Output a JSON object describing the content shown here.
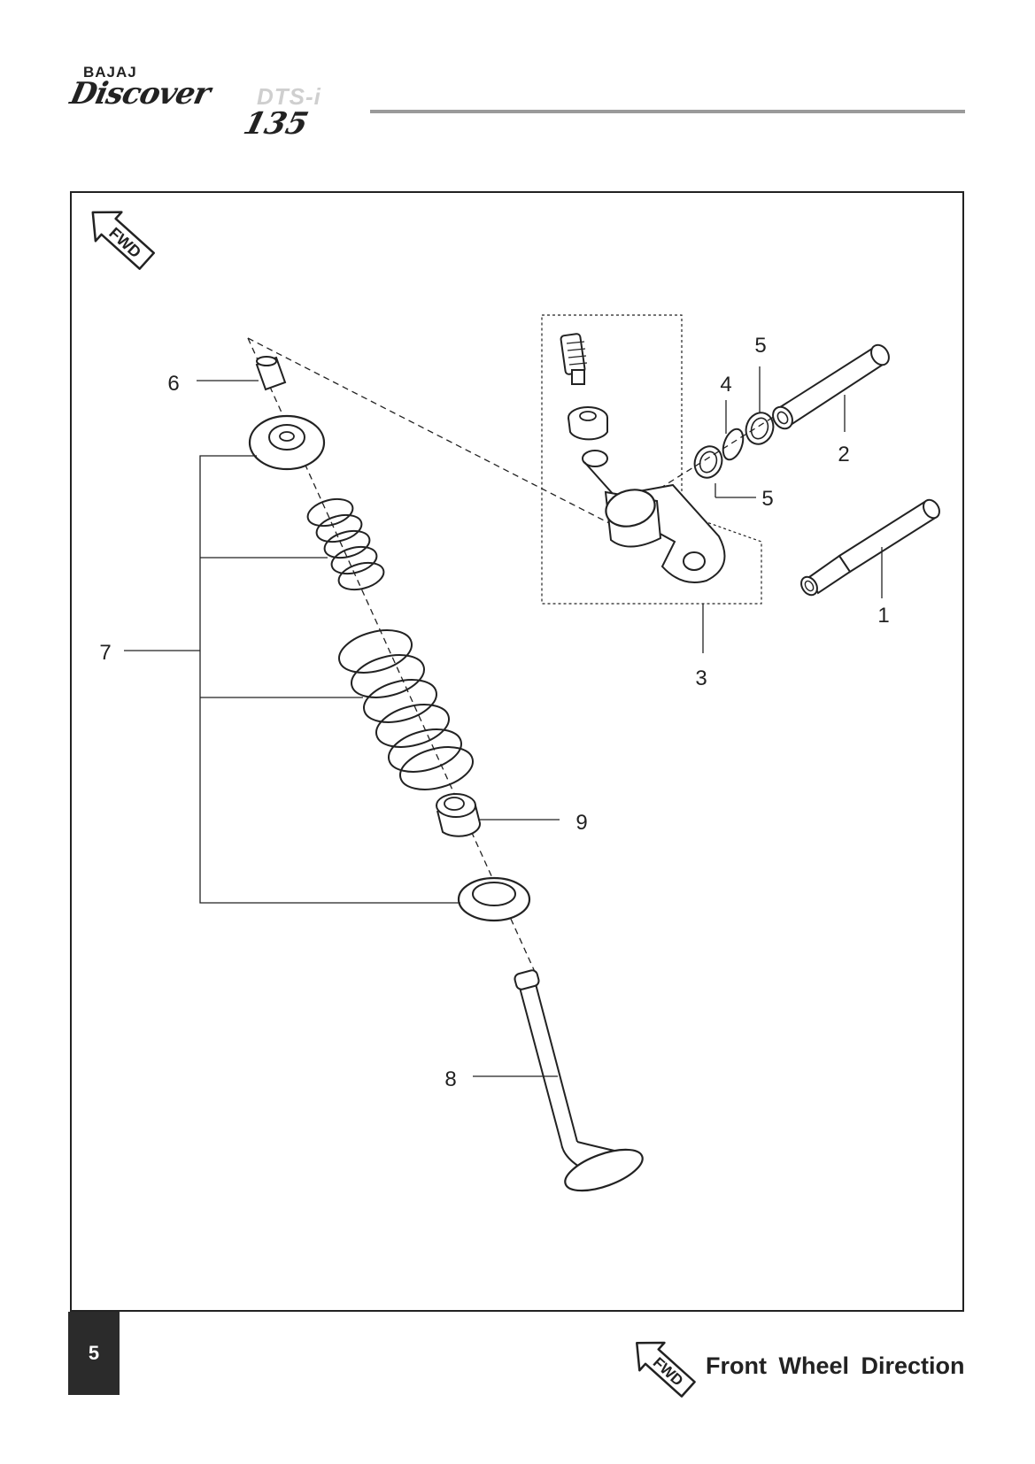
{
  "header": {
    "brand": "BAJAJ",
    "model": "Discover",
    "variant": "DTS-i",
    "number": "135"
  },
  "diagram": {
    "fwd_badge": "FWD",
    "callouts": {
      "c1": "1",
      "c2": "2",
      "c3": "3",
      "c4": "4",
      "c5a": "5",
      "c5b": "5",
      "c6": "6",
      "c7": "7",
      "c8": "8",
      "c9": "9"
    }
  },
  "footer": {
    "page_number": "5",
    "fwd_badge": "FWD",
    "legend": "Front Wheel Direction"
  },
  "colors": {
    "ink": "#222222",
    "rule": "#9a9a9a",
    "page_tab": "#2b2b2b"
  }
}
